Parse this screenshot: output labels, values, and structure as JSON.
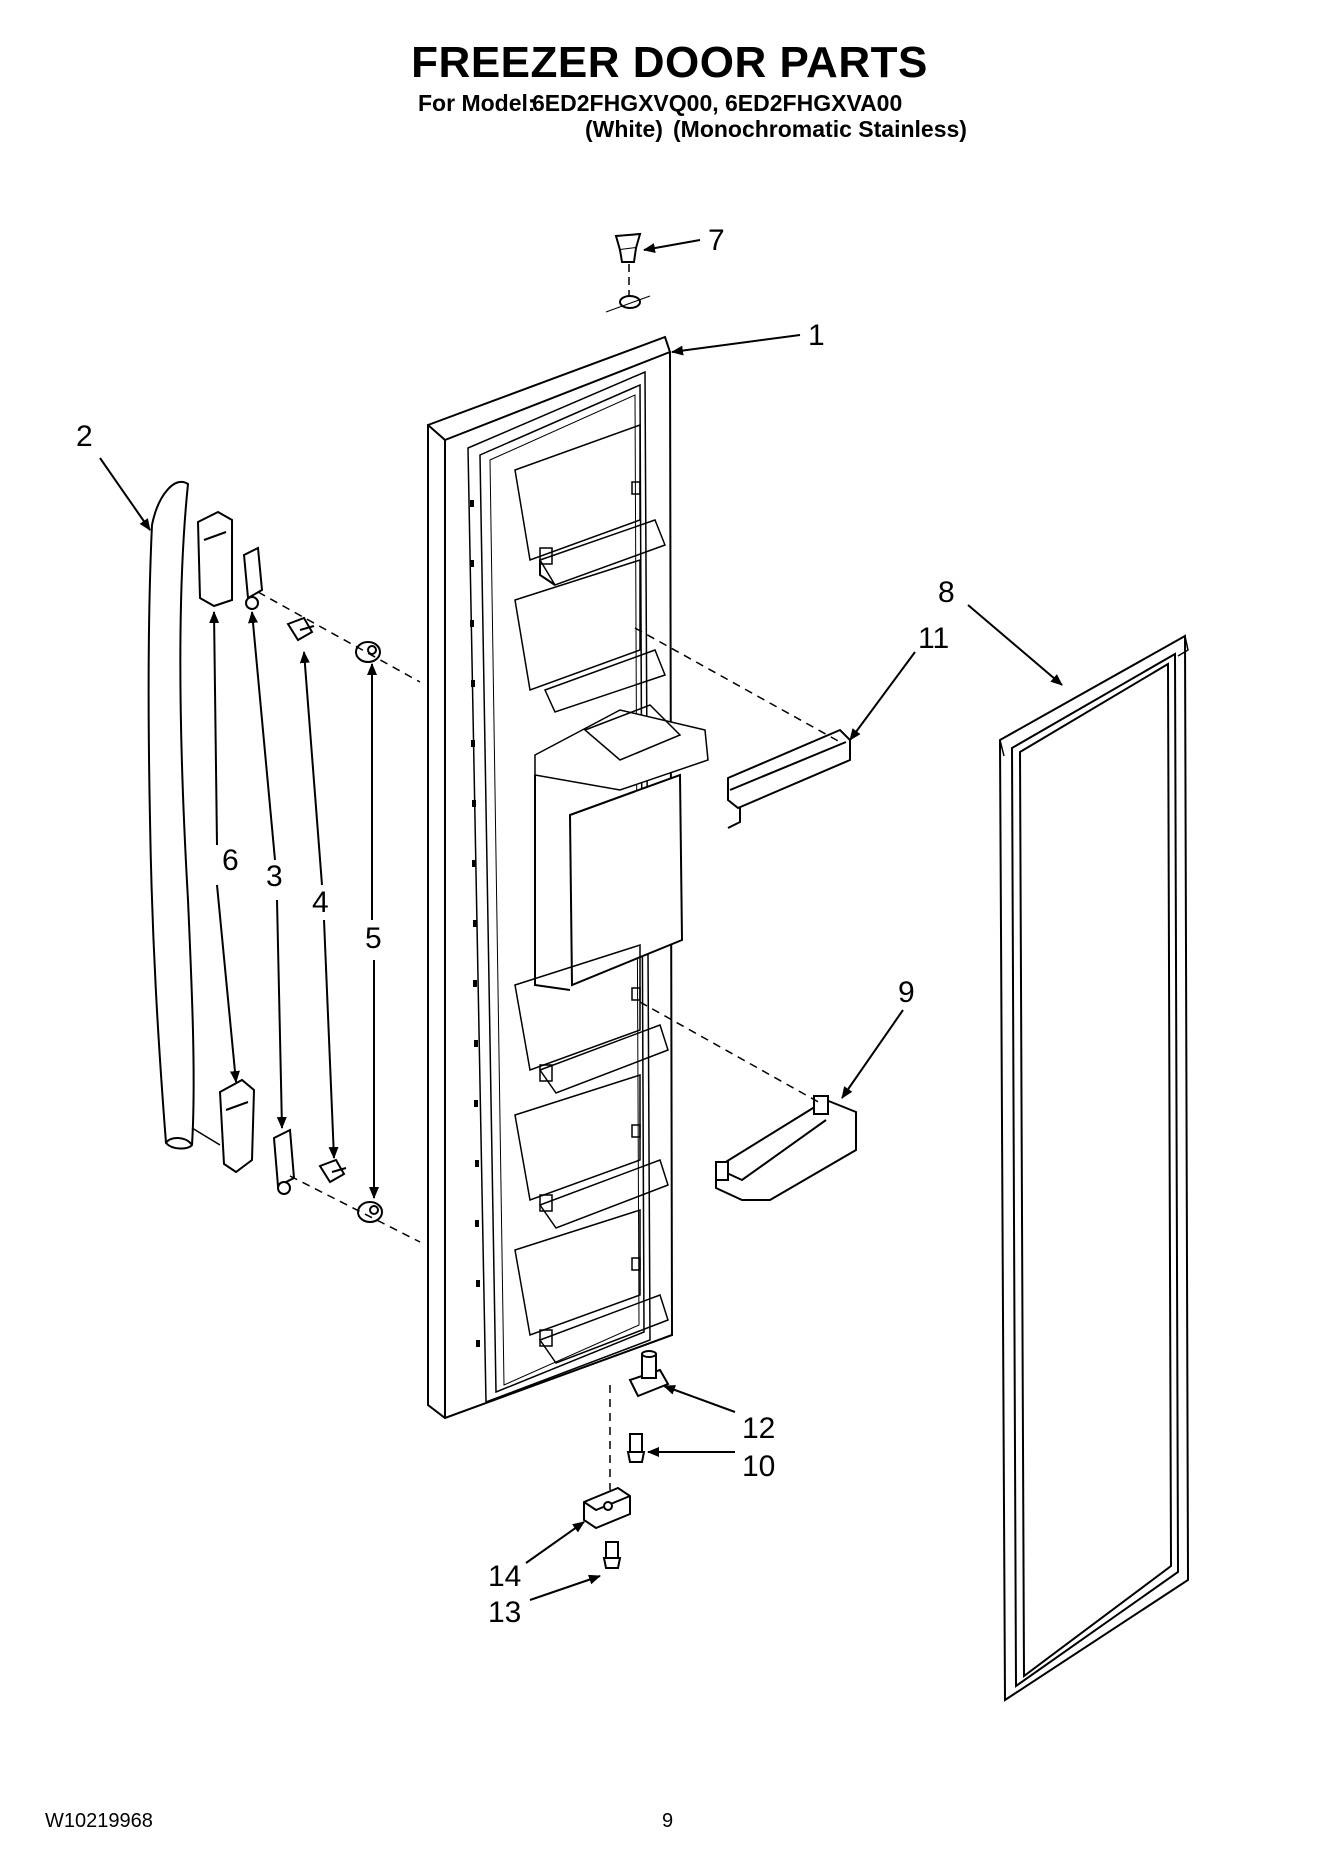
{
  "header": {
    "title": "FREEZER DOOR PARTS",
    "model_label": "For Model:",
    "model_numbers": "6ED2FHGXVQ00, 6ED2FHGXVA00",
    "variant_white": "(White)",
    "variant_stainless": "(Monochromatic Stainless)"
  },
  "callouts": {
    "c1": "1",
    "c2": "2",
    "c3": "3",
    "c4": "4",
    "c5": "5",
    "c6": "6",
    "c7": "7",
    "c8": "8",
    "c9": "9",
    "c10": "10",
    "c11": "11",
    "c12": "12",
    "c13": "13",
    "c14": "14"
  },
  "footer": {
    "doc_number": "W10219968",
    "page_number": "9"
  }
}
